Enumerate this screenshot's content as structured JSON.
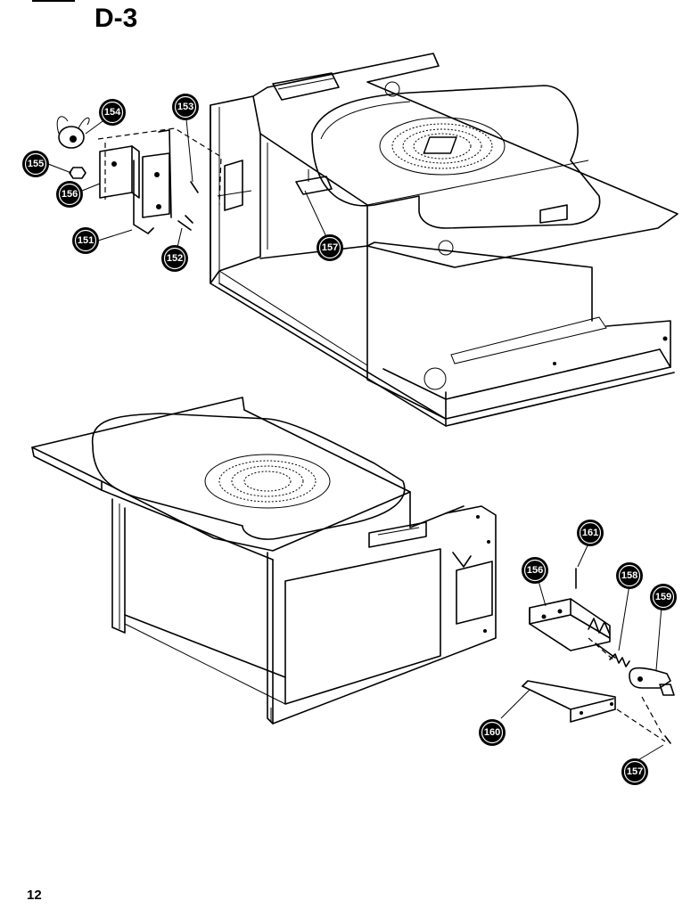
{
  "title": "D-3",
  "page_number": "12",
  "callouts": [
    {
      "label": "154"
    },
    {
      "label": "153"
    },
    {
      "label": "155"
    },
    {
      "label": "156"
    },
    {
      "label": "151"
    },
    {
      "label": "152"
    },
    {
      "label": "157"
    },
    {
      "label": "161"
    },
    {
      "label": "156"
    },
    {
      "label": "158"
    },
    {
      "label": "159"
    },
    {
      "label": "160"
    },
    {
      "label": "157"
    }
  ]
}
